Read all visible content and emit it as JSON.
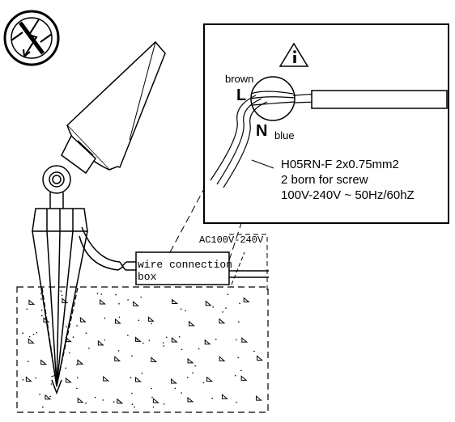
{
  "inset": {
    "wire_color_left": "brown",
    "terminal_left": "L",
    "terminal_right": "N",
    "wire_color_right": "blue",
    "cable_spec": "H05RN-F 2x0.75mm2",
    "screw_note": "2 born for screw",
    "voltage_spec": "100V-240V ~ 50Hz/60hZ",
    "caution_icon": "caution-triangle-info-icon"
  },
  "box": {
    "label_line1": "wire connection",
    "label_line2": "box"
  },
  "supply": {
    "label": "AC100V-240V"
  },
  "symbols": {
    "corner_icon": "no-high-voltage-prohibition-icon"
  },
  "colors": {
    "line": "#000000",
    "background": "#ffffff"
  }
}
